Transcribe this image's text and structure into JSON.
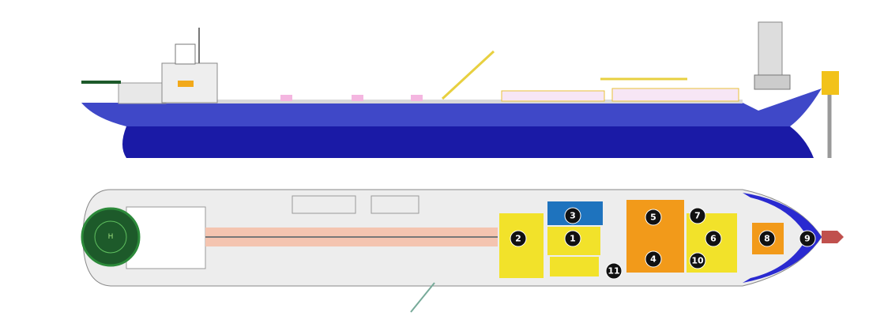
{
  "helipad_label": "H",
  "markers": [
    {
      "id": "1",
      "label": "1"
    },
    {
      "id": "2",
      "label": "2"
    },
    {
      "id": "3",
      "label": "3"
    },
    {
      "id": "4",
      "label": "4"
    },
    {
      "id": "5",
      "label": "5"
    },
    {
      "id": "6",
      "label": "6"
    },
    {
      "id": "7",
      "label": "7"
    },
    {
      "id": "8",
      "label": "8"
    },
    {
      "id": "9",
      "label": "9"
    },
    {
      "id": "10",
      "label": "10"
    },
    {
      "id": "11",
      "label": "11"
    }
  ],
  "colors": {
    "hull_upper": "#3f48c8",
    "hull_lower": "#1a1aa6",
    "deck": "#e6e6e6",
    "module_yellow": "#f2e22a",
    "module_orange": "#f29a1a",
    "module_blue": "#1e73be",
    "helipad": "#1d5a2a",
    "pipe": "#f4c4b0"
  }
}
